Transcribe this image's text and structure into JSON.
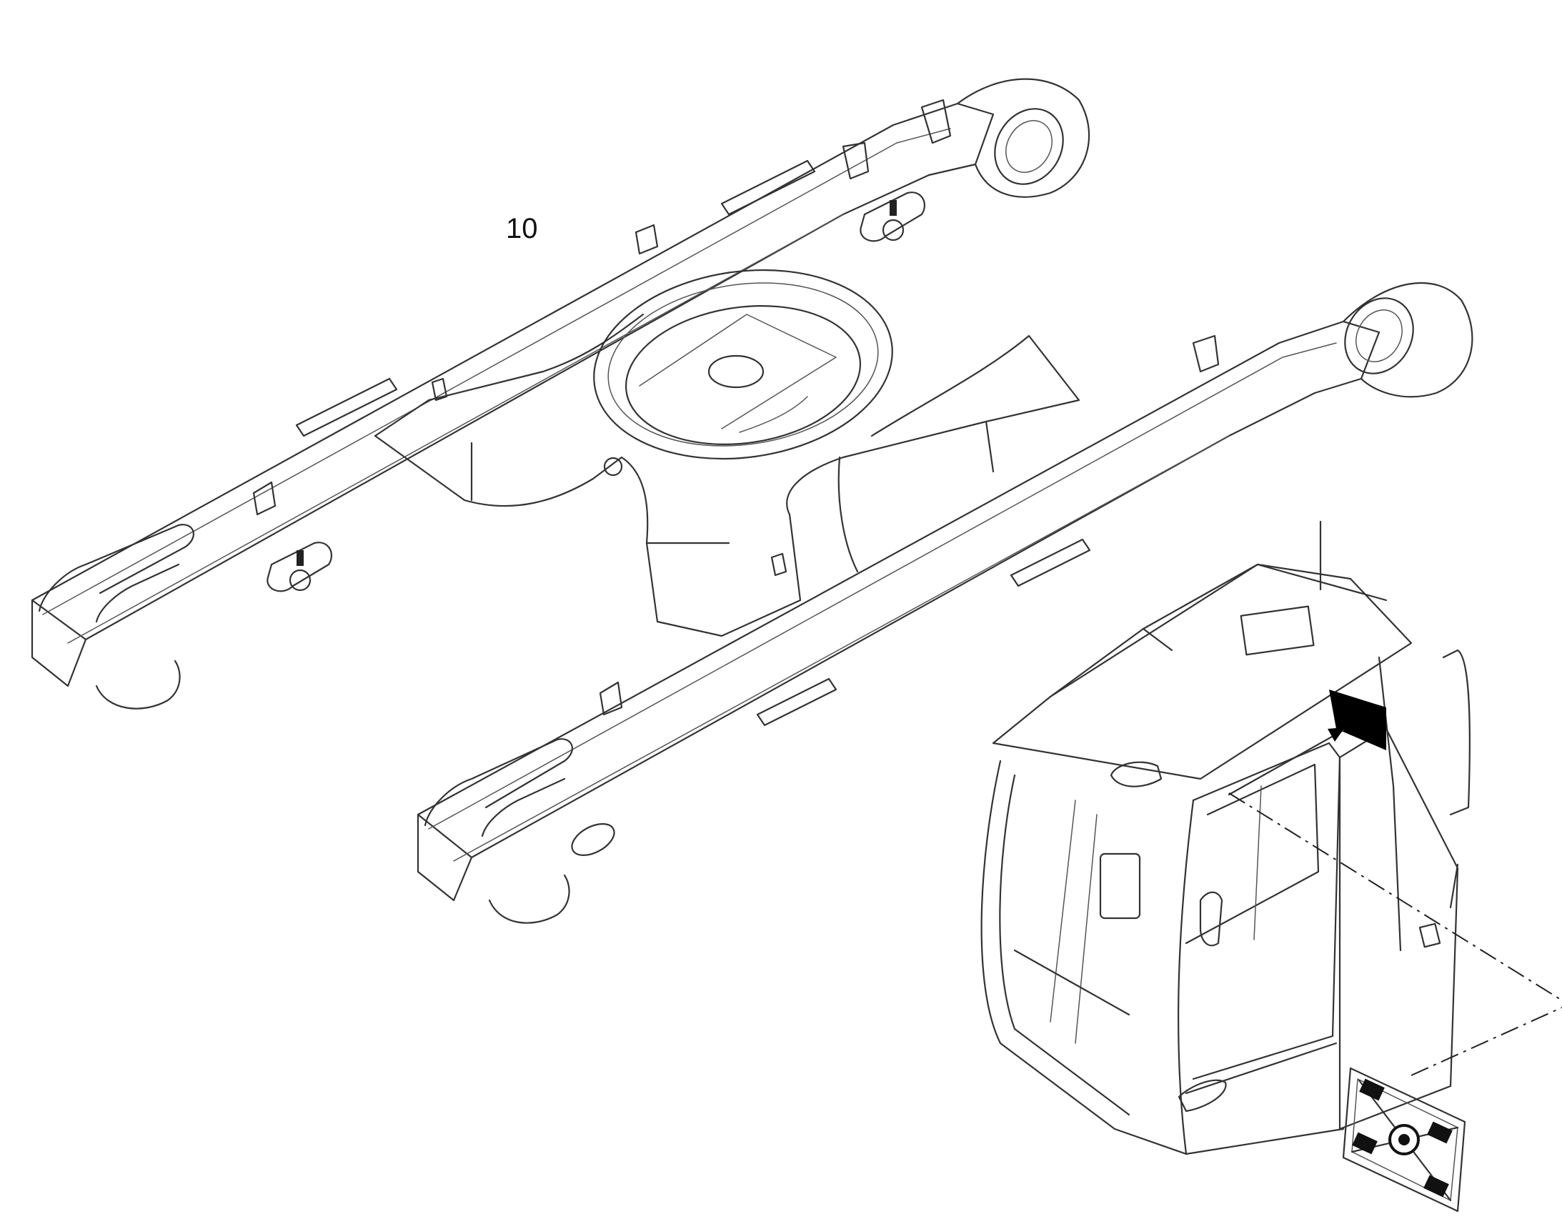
{
  "diagram": {
    "callout_label": "10",
    "colors": {
      "line": "#333333",
      "decal_fill": "#000000",
      "background": "#ffffff"
    },
    "parts": [
      "undercarriage-frame",
      "operator-cab",
      "tie-down-hook-decal",
      "decal-placement-marker"
    ]
  }
}
